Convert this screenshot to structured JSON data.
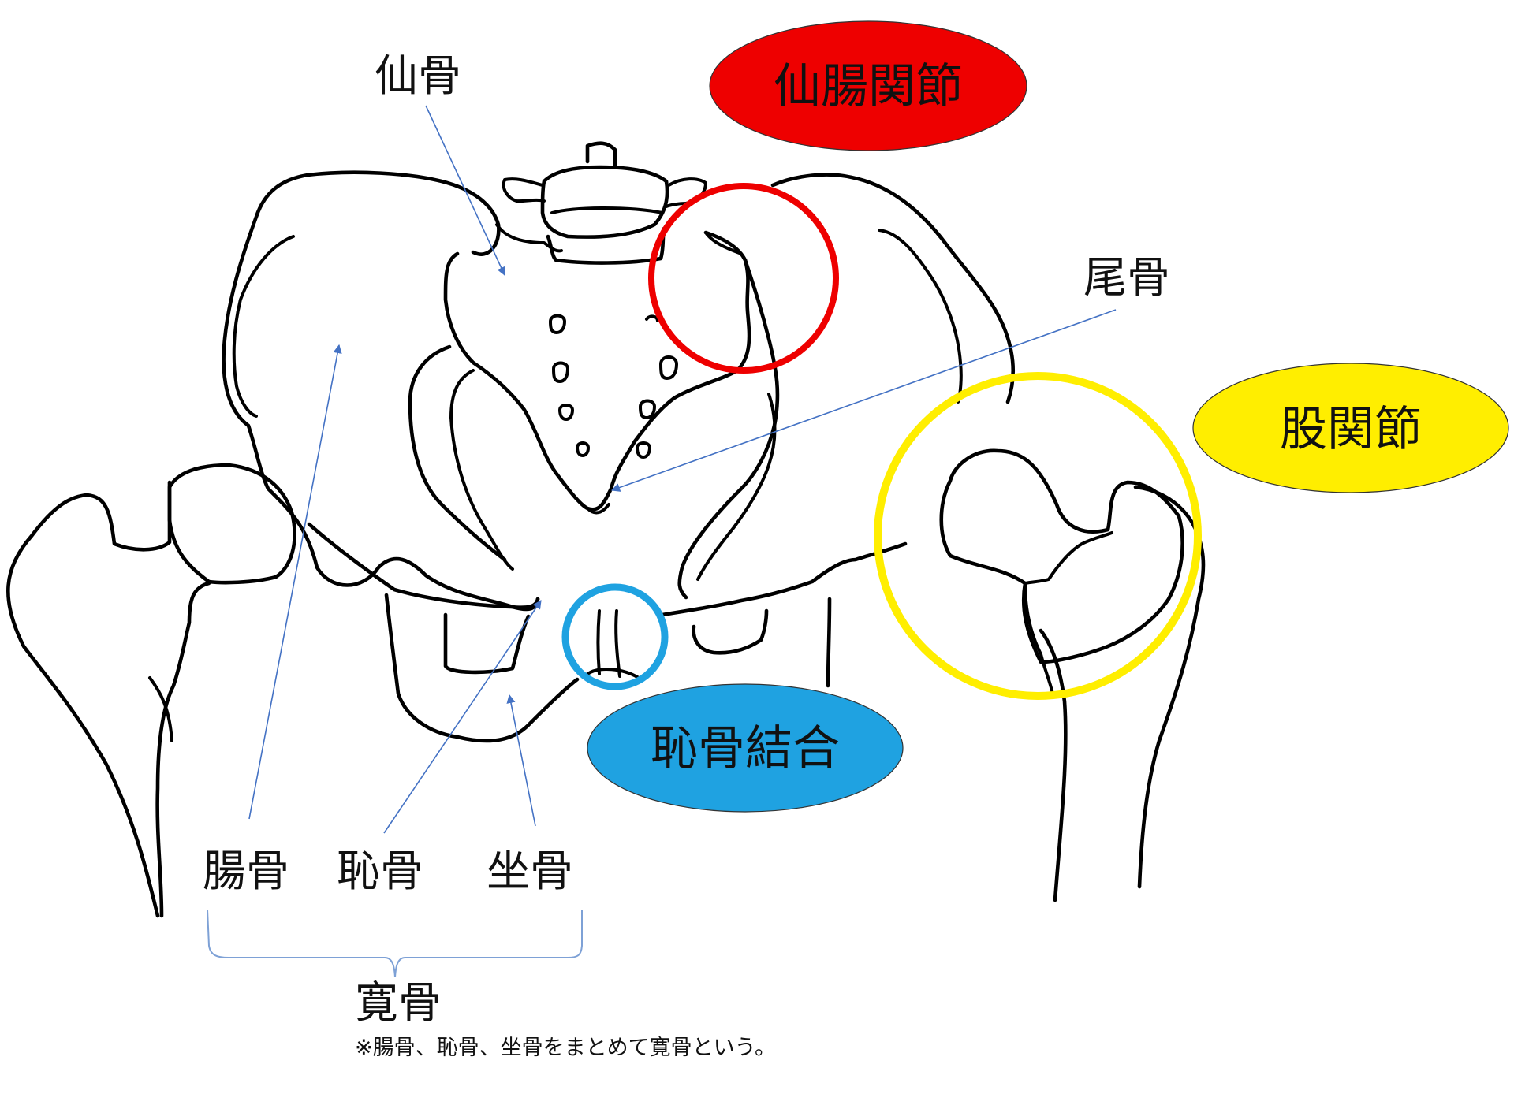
{
  "colors": {
    "sacroiliac": "#EE0000",
    "hip": "#FFEE00",
    "symphysis": "#1FA2E1",
    "leader": "#4472C4"
  },
  "labels": {
    "sacrum": "仙骨",
    "coccyx": "尾骨",
    "ilium": "腸骨",
    "pubis": "恥骨",
    "ischium": "坐骨",
    "hip_bone": "寛骨"
  },
  "joints": {
    "sacroiliac": "仙腸関節",
    "hip": "股関節",
    "symphysis": "恥骨結合"
  },
  "note": "※腸骨、恥骨、坐骨をまとめて寛骨という。"
}
